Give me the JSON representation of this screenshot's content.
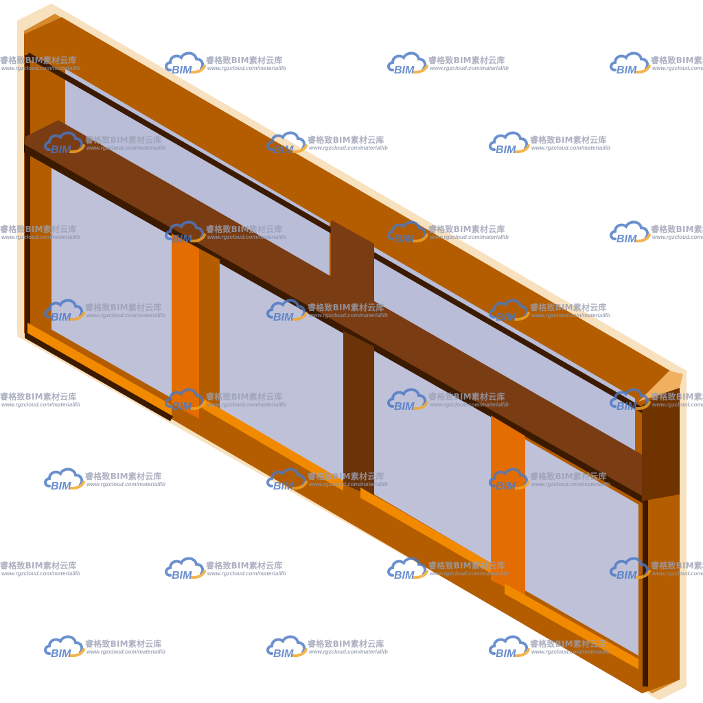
{
  "watermark": {
    "logo_text": "BIM",
    "brand_name": "睿格致BIM素材云库",
    "url": "www.rgzcloud.com/materiallib"
  },
  "colors": {
    "frame_top": "#c96a00",
    "frame_front": "#a85500",
    "frame_dark": "#3b1a00",
    "frame_light": "#f2a23c",
    "glass": "#b9bdd7",
    "edge_glow": "#f7d7a6",
    "logo_blue": "#4b78c4",
    "logo_orange": "#f0a52a"
  },
  "icons": {
    "watermark_logo": "cloud-bim-logo-icon"
  }
}
